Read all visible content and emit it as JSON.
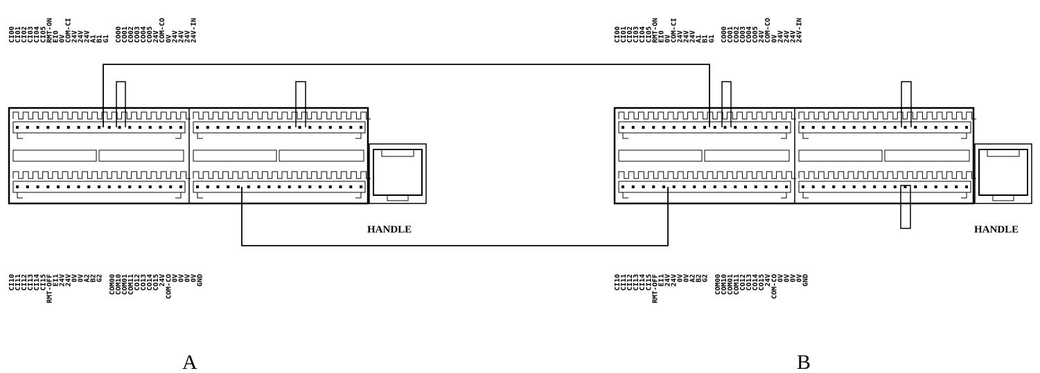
{
  "handle_label": "HANDLE",
  "top_pins": [
    "CI00",
    "CI01",
    "CI02",
    "CI03",
    "CI04",
    "CI05",
    "RMT-ON",
    "EI0",
    "0V",
    "COM-CI",
    "24V",
    "24V",
    "24V",
    "A1",
    "B1",
    "G1",
    "",
    "CO00",
    "CO01",
    "CO02",
    "CO03",
    "CO04",
    "CO05",
    "24V",
    "COM-CO",
    "0V",
    "24V",
    "24V",
    "24V",
    "24V-IN"
  ],
  "bottom_pins": [
    "CI10",
    "CI11",
    "CI12",
    "CI13",
    "CI14",
    "CI15",
    "RMT-OFF",
    "EI1",
    "24V",
    "24V",
    "0V",
    "0V",
    "A2",
    "B2",
    "G2",
    "",
    "COM00",
    "COM10",
    "COM01",
    "COM11",
    "CO12",
    "CO13",
    "CO14",
    "CO15",
    "24V",
    "COM-CO",
    "0V",
    "0V",
    "0V",
    "0V",
    "GND"
  ],
  "units": [
    {
      "id": "A",
      "label": "A"
    },
    {
      "id": "B",
      "label": "B"
    }
  ],
  "colors": {
    "line": "#000000",
    "background": "#ffffff"
  }
}
